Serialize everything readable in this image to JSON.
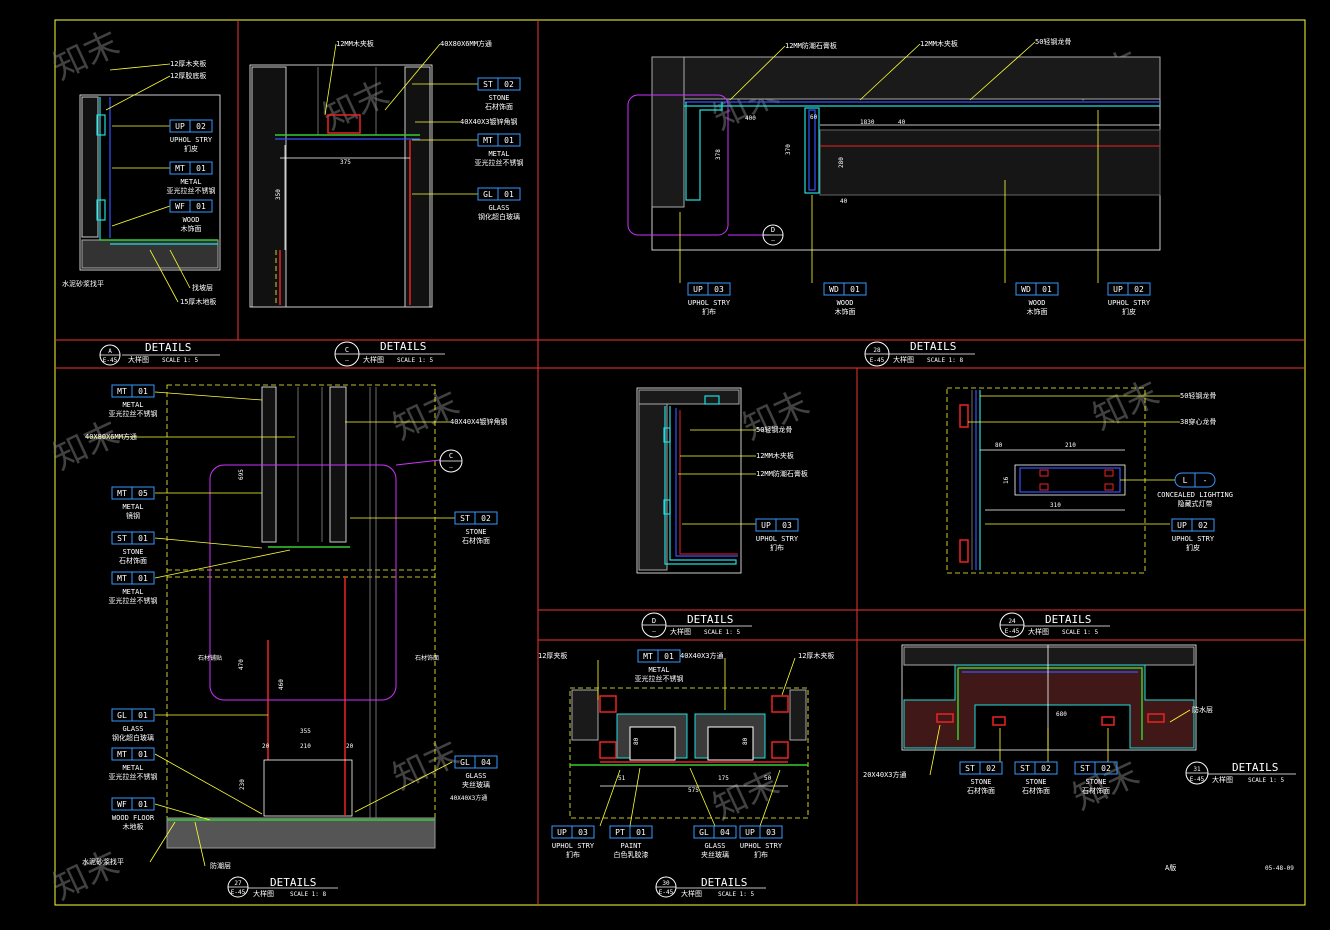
{
  "sheet": {
    "title_word": "DETAILS",
    "bottom_left_note": "A版",
    "bottom_right_code": "05-48-09",
    "watermark": "知末"
  },
  "panels": {
    "p1": {
      "symbol_top": "A",
      "symbol_bottom": "E-45",
      "title": "DETAILS",
      "subtitle": "大样图",
      "scale": "SCALE  1: 5",
      "notes": [
        "12厚木夹板",
        "12厚胶底板",
        "水泥砂浆找平",
        "找坡层",
        "15厚木地板"
      ],
      "tags": [
        {
          "code": "UP",
          "num": "02",
          "en": "UPHOL STRY",
          "cn": "扪皮"
        },
        {
          "code": "MT",
          "num": "01",
          "en": "METAL",
          "cn": "亚光拉丝不锈钢"
        },
        {
          "code": "WF",
          "num": "01",
          "en": "WOOD",
          "cn": "木饰面"
        }
      ]
    },
    "p2": {
      "symbol_top": "C",
      "symbol_bottom": "—",
      "title": "DETAILS",
      "subtitle": "大样图",
      "scale": "SCALE  1: 5",
      "notes": [
        "12MM木夹板",
        "40X80X6MM方通",
        "40X40X3镀锌角钢"
      ],
      "dims": [
        "375",
        "350"
      ],
      "tags": [
        {
          "code": "ST",
          "num": "02",
          "en": "STONE",
          "cn": "石材饰面"
        },
        {
          "code": "MT",
          "num": "01",
          "en": "METAL",
          "cn": "亚光拉丝不锈钢"
        },
        {
          "code": "GL",
          "num": "01",
          "en": "GLASS",
          "cn": "钢化超白玻璃"
        }
      ]
    },
    "p3": {
      "symbol_top": "28",
      "symbol_bottom": "E-45",
      "title": "DETAILS",
      "subtitle": "大样图",
      "scale": "SCALE  1: 8",
      "notes": [
        "12MM防潮石膏板",
        "12MM木夹板",
        "50轻钢龙骨"
      ],
      "dims": [
        "400",
        "1830",
        "60",
        "378",
        "370",
        "40",
        "280",
        "40"
      ],
      "callout": {
        "top": "D",
        "bottom": "—"
      },
      "tags": [
        {
          "code": "UP",
          "num": "03",
          "en": "UPHOL STRY",
          "cn": "扪布"
        },
        {
          "code": "WD",
          "num": "01",
          "en": "WOOD",
          "cn": "木饰面"
        },
        {
          "code": "WD",
          "num": "01",
          "en": "WOOD",
          "cn": "木饰面"
        },
        {
          "code": "UP",
          "num": "02",
          "en": "UPHOL STRY",
          "cn": "扪皮"
        }
      ]
    },
    "p4": {
      "symbol_top": "27",
      "symbol_bottom": "E-45",
      "title": "DETAILS",
      "subtitle": "大样图",
      "scale": "SCALE  1: 8",
      "notes": [
        "40X80X6MM方通",
        "40X40X4镀锌角钢",
        "水泥砂浆找平",
        "防潮层",
        "石材铺贴",
        "石材饰面"
      ],
      "dims": [
        "695",
        "470",
        "460",
        "355",
        "210",
        "20",
        "20",
        "230"
      ],
      "callout": {
        "top": "C",
        "bottom": "—"
      },
      "tags": [
        {
          "code": "MT",
          "num": "01",
          "en": "METAL",
          "cn": "亚光拉丝不锈钢"
        },
        {
          "code": "MT",
          "num": "05",
          "en": "METAL",
          "cn": "镜钢"
        },
        {
          "code": "ST",
          "num": "01",
          "en": "STONE",
          "cn": "石材饰面"
        },
        {
          "code": "MT",
          "num": "01",
          "en": "METAL",
          "cn": "亚光拉丝不锈钢"
        },
        {
          "code": "ST",
          "num": "02",
          "en": "STONE",
          "cn": "石材饰面"
        },
        {
          "code": "GL",
          "num": "01",
          "en": "GLASS",
          "cn": "钢化超白玻璃"
        },
        {
          "code": "MT",
          "num": "01",
          "en": "METAL",
          "cn": "亚光拉丝不锈钢"
        },
        {
          "code": "GL",
          "num": "04",
          "en": "GLASS",
          "cn": "夹丝玻璃"
        },
        {
          "code": "WF",
          "num": "01",
          "en": "WOOD FLOOR",
          "cn": "木地板"
        }
      ],
      "extra": "40X40X3方通"
    },
    "p5": {
      "symbol_top": "D",
      "symbol_bottom": "—",
      "title": "DETAILS",
      "subtitle": "大样图",
      "scale": "SCALE  1: 5",
      "notes": [
        "50轻钢龙骨",
        "12MM木夹板",
        "12MM防潮石膏板"
      ],
      "tags": [
        {
          "code": "UP",
          "num": "03",
          "en": "UPHOL STRY",
          "cn": "扪布"
        }
      ]
    },
    "p6": {
      "symbol_top": "24",
      "symbol_bottom": "E-45",
      "title": "DETAILS",
      "subtitle": "大样图",
      "scale": "SCALE  1: 5",
      "notes": [
        "50轻钢龙骨",
        "38穿心龙骨"
      ],
      "dims": [
        "80",
        "210",
        "310",
        "16"
      ],
      "callout": {
        "code": "L",
        "num": "-",
        "en": "CONCEALED LIGHTING",
        "cn": "隐藏式灯带"
      },
      "tags": [
        {
          "code": "UP",
          "num": "02",
          "en": "UPHOL STRY",
          "cn": "扪皮"
        }
      ]
    },
    "p7": {
      "symbol_top": "30",
      "symbol_bottom": "E-45",
      "title": "DETAILS",
      "subtitle": "大样图",
      "scale": "SCALE  1: 5",
      "notes": [
        "12厚夹板",
        "40X40X3方通",
        "12厚木夹板"
      ],
      "dims": [
        "80",
        "80",
        "51",
        "575",
        "175",
        "50"
      ],
      "tags": [
        {
          "code": "MT",
          "num": "01",
          "en": "METAL",
          "cn": "亚光拉丝不锈钢"
        },
        {
          "code": "UP",
          "num": "03",
          "en": "UPHOL STRY",
          "cn": "扪布"
        },
        {
          "code": "PT",
          "num": "01",
          "en": "PAINT",
          "cn": "白色乳胶漆"
        },
        {
          "code": "GL",
          "num": "04",
          "en": "GLASS",
          "cn": "夹丝玻璃"
        },
        {
          "code": "UP",
          "num": "03",
          "en": "UPHOL STRY",
          "cn": "扪布"
        }
      ]
    },
    "p8": {
      "symbol_top": "31",
      "symbol_bottom": "E-45",
      "title": "DETAILS",
      "subtitle": "大样图",
      "scale": "SCALE  1: 5",
      "notes": [
        "防水层",
        "20X40X3方通"
      ],
      "dims": [
        "680"
      ],
      "tags": [
        {
          "code": "ST",
          "num": "02",
          "en": "STONE",
          "cn": "石材饰面"
        },
        {
          "code": "ST",
          "num": "02",
          "en": "STONE",
          "cn": "石材饰面"
        },
        {
          "code": "ST",
          "num": "02",
          "en": "STONE",
          "cn": "石材饰面"
        }
      ]
    }
  }
}
